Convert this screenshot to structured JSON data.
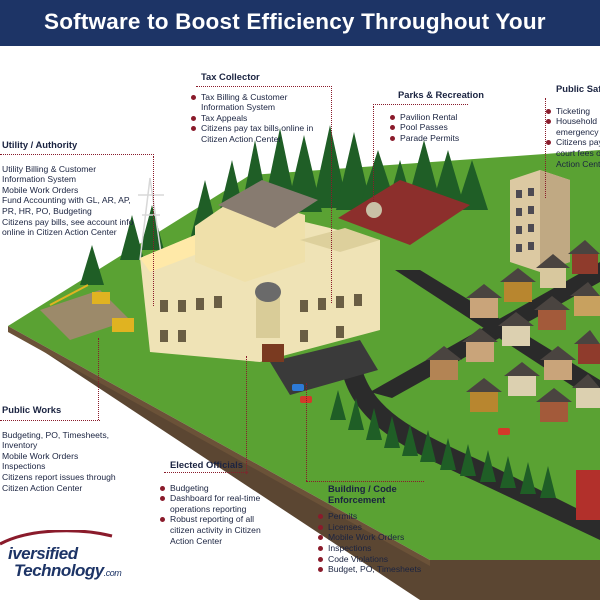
{
  "title": "Software to Boost Efficiency Throughout Your",
  "callouts": {
    "tax_collector": {
      "heading": "Tax Collector",
      "items": [
        "Tax Billing & Customer\nInformation System",
        "Tax Appeals",
        "Citizens pay tax bills online in\nCitizen Action Center"
      ]
    },
    "parks": {
      "heading": "Parks & Recreation",
      "items": [
        "Pavilion Rental",
        "Pool Passes",
        "Parade Permits"
      ]
    },
    "public_safety": {
      "heading": "Public Saf",
      "items": [
        "Ticketing",
        "Household\nemergency",
        "Citizens pay\ncourt fees o\nAction Cent"
      ]
    },
    "utility": {
      "heading": "Utility / Authority",
      "items": [
        "Utility Billing & Customer\nInformation System",
        "Mobile Work Orders",
        "Fund Accounting with GL, AR, AP,\nPR, HR, PO, Budgeting",
        "Citizens pay bills, see account info\nonline in Citizen Action Center"
      ]
    },
    "public_works": {
      "heading": "Public Works",
      "items": [
        "Budgeting, PO, Timesheets,\nInventory",
        "Mobile Work Orders",
        "Inspections",
        "Citizens report issues through\nCitizen Action Center"
      ]
    },
    "elected": {
      "heading": "Elected Officials",
      "items": [
        "Budgeting",
        "Dashboard for real-time\noperations reporting",
        "Robust reporting of all\ncitizen activity in Citizen\nAction Center"
      ]
    },
    "building": {
      "heading": "Building / Code\nEnforcement",
      "items": [
        "Permits",
        "Licenses",
        "Mobile Work Orders",
        "Inspections",
        "Code Violations",
        "Budget, PO, Timesheets"
      ]
    }
  },
  "logo": {
    "line1": "iversified",
    "line2": "Technology",
    "suffix": ".com"
  },
  "colors": {
    "banner": "#1d3466",
    "accent": "#8a1b2b",
    "grass": "#4f9a2e",
    "road": "#2b2b2b"
  }
}
